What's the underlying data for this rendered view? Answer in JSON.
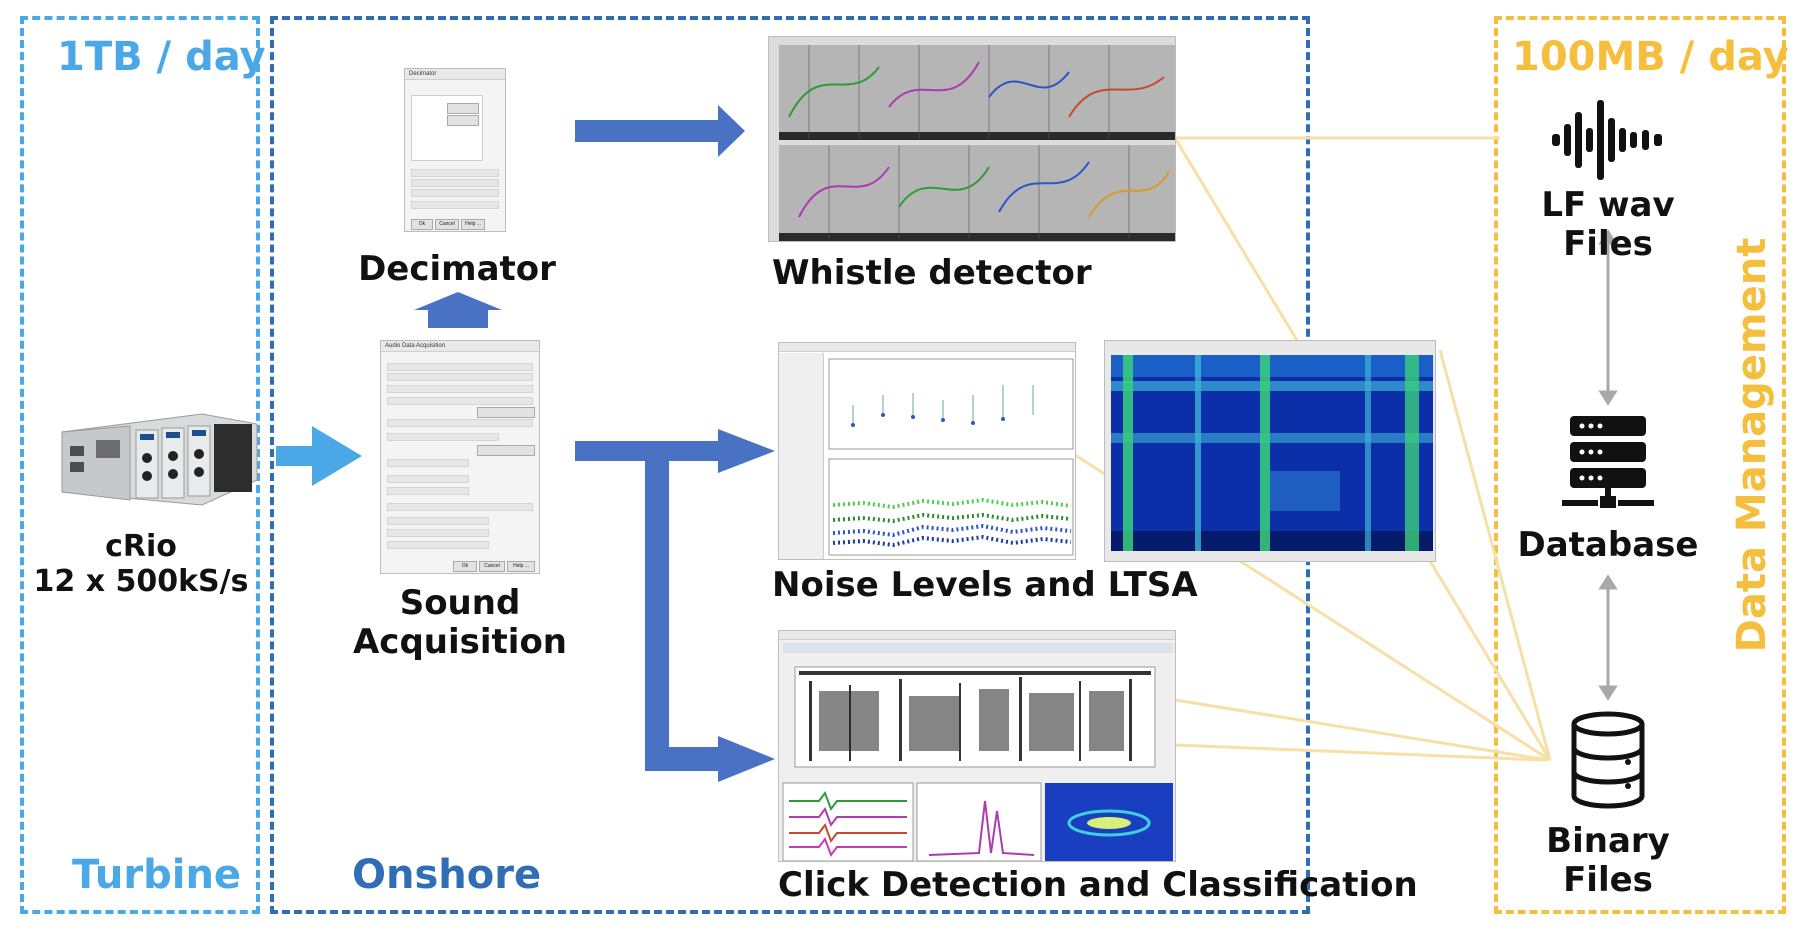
{
  "regions": {
    "turbine": {
      "top_label": "1TB / day",
      "bottom_label": "Turbine",
      "color": "#4aa8e6"
    },
    "onshore": {
      "bottom_label": "Onshore",
      "color": "#2f6db5"
    },
    "data_management": {
      "top_label": "100MB / day",
      "side_label": "Data Management",
      "color": "#f5be3c"
    }
  },
  "nodes": {
    "crio": {
      "line1": "cRio",
      "line2": "12 x 500kS/s"
    },
    "sound_acquisition": {
      "line1": "Sound",
      "line2": "Acquisition"
    },
    "decimator": {
      "label": "Decimator"
    },
    "whistle_detector": {
      "label": "Whistle detector"
    },
    "noise_levels": {
      "label": "Noise Levels and LTSA"
    },
    "click_detection": {
      "label": "Click Detection and Classification"
    },
    "lf_wav": {
      "label": "LF wav Files"
    },
    "database": {
      "label": "Database"
    },
    "binary_files": {
      "line1": "Binary",
      "line2": "Files"
    }
  },
  "dialogs": {
    "sound_acq_title": "Audio Data Acquisition",
    "decimator_title": "Decimator",
    "ok": "Ok",
    "cancel": "Cancel",
    "help": "Help ..."
  },
  "icons": {
    "arrow": "arrow-right-icon",
    "audio": "audio-waveform-icon",
    "database": "server-stack-icon",
    "files": "cylinder-database-icon"
  },
  "colors": {
    "flow_arrow": "#4a72c4",
    "light_arrow": "#4aa8e6",
    "link_line": "#f7dfa6",
    "bidirectional": "#a8a8a8"
  }
}
